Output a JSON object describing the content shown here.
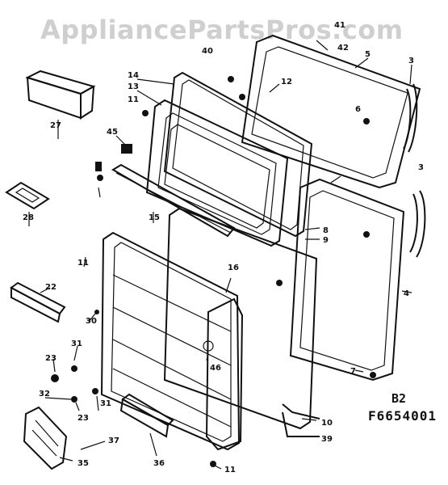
{
  "watermark": "AppliancePartsPros.com",
  "section": "B2",
  "diagram_number": "F6654001",
  "callouts": {
    "c3a": "3",
    "c3b": "3",
    "c5": "5",
    "c40": "40",
    "c41": "41",
    "c42": "42",
    "c12": "12",
    "c14": "14",
    "c13": "13",
    "c11a": "11",
    "c45": "45",
    "c27": "27",
    "c28": "28",
    "c6": "6",
    "c15": "15",
    "c8": "8",
    "c9": "9",
    "c4": "4",
    "c11b": "11",
    "c7": "7",
    "c16": "16",
    "c22": "22",
    "c30": "30",
    "c31a": "31",
    "c46": "46",
    "c23a": "23",
    "c32": "32",
    "c23b": "23",
    "c31b": "31",
    "c37": "37",
    "c35": "35",
    "c36": "36",
    "c10": "10",
    "c39": "39",
    "c11c": "11"
  }
}
